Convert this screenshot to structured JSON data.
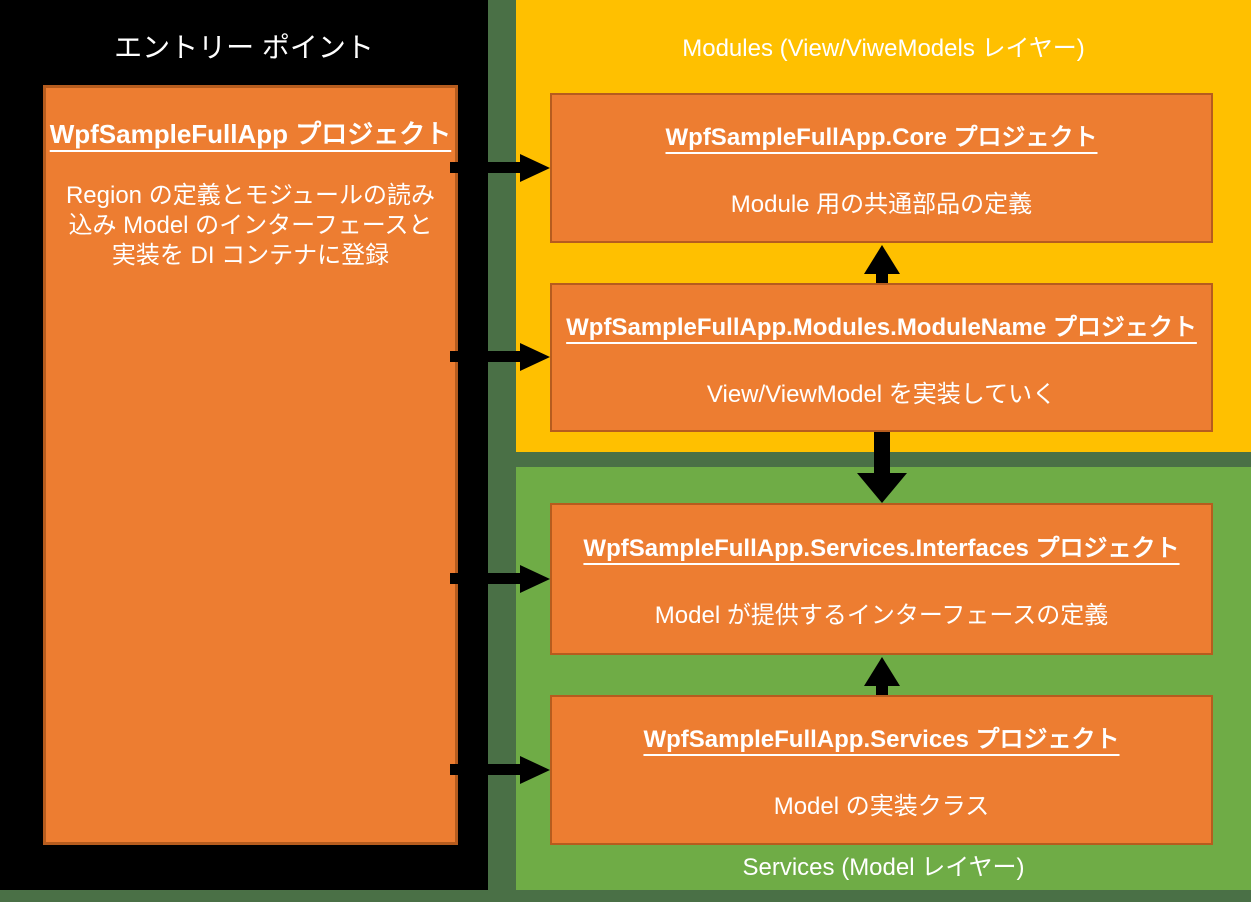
{
  "colors": {
    "background_dark_green": "#4A7046",
    "modules_panel_yellow": "#FFC000",
    "services_panel_green": "#6FAC46",
    "box_fill_orange": "#ED7D31",
    "box_border_orange": "#B65C1E",
    "entry_panel_black": "#000000",
    "text_white": "#FFFFFF",
    "arrow_black": "#000000"
  },
  "entry_panel": {
    "title": "エントリー ポイント",
    "box": {
      "title": "WpfSampleFullApp プロジェクト",
      "desc_lines": [
        "Region の定義とモジュールの読み",
        "込み Model のインターフェースと",
        "実装を DI コンテナに登録"
      ]
    }
  },
  "modules_panel": {
    "title": "Modules (View/ViweModels レイヤー)",
    "boxes": [
      {
        "title": "WpfSampleFullApp.Core プロジェクト",
        "subtitle": "Module 用の共通部品の定義"
      },
      {
        "title": "WpfSampleFullApp.Modules.ModuleName プロジェクト",
        "subtitle": "View/ViewModel を実装していく"
      }
    ]
  },
  "services_panel": {
    "title": "Services (Model レイヤー)",
    "boxes": [
      {
        "title": "WpfSampleFullApp.Services.Interfaces プロジェクト",
        "subtitle": "Model が提供するインターフェースの定義"
      },
      {
        "title": "WpfSampleFullApp.Services プロジェクト",
        "subtitle": "Model の実装クラス"
      }
    ]
  }
}
